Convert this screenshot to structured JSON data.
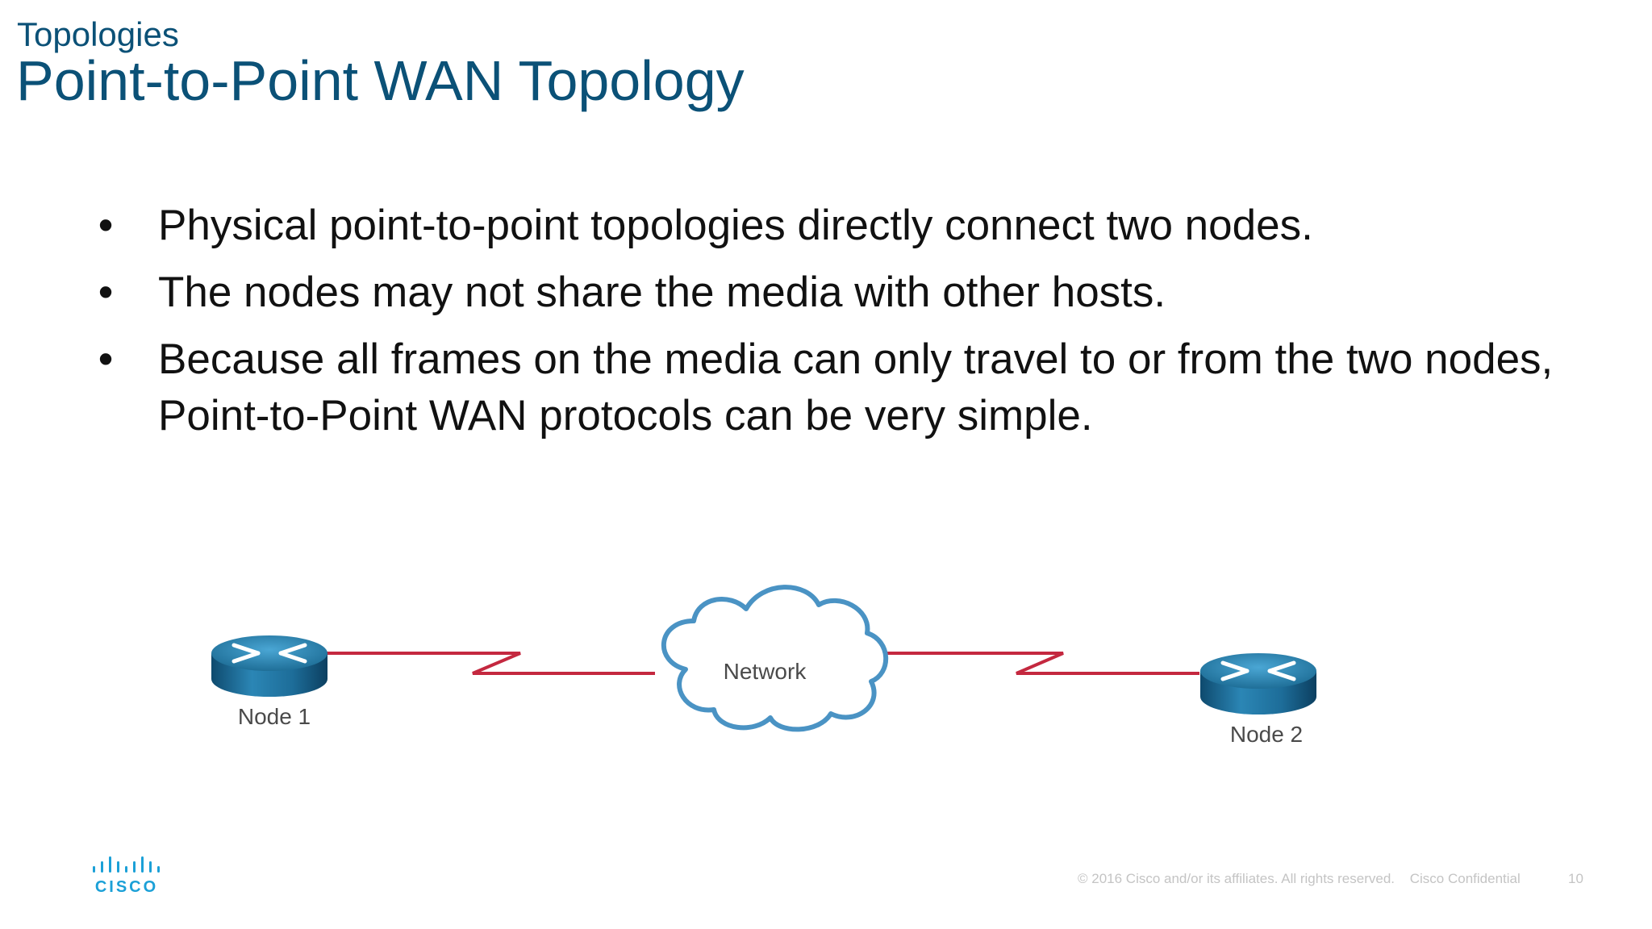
{
  "header": {
    "supertitle": "Topologies",
    "title": "Point-to-Point WAN Topology"
  },
  "bullets": [
    "Physical point-to-point topologies directly connect two nodes.",
    "The nodes may not share the media with other hosts.",
    "Because all frames on the media can only travel to or from the two nodes, Point-to-Point WAN protocols can be very simple."
  ],
  "bullet_symbol": "•",
  "diagram": {
    "node1_label": "Node 1",
    "node2_label": "Node 2",
    "network_label": "Network",
    "icons": [
      "router-icon",
      "cloud-icon",
      "serial-link-icon"
    ],
    "colors": {
      "link": "#c4283f",
      "router": "#1f6f98",
      "cloud_stroke": "#4a93c4",
      "label": "#4a4a4a"
    }
  },
  "footer": {
    "logo_text": "CISCO",
    "copyright": "© 2016  Cisco and/or its affiliates. All rights reserved.",
    "confidential": "Cisco Confidential",
    "page_number": "10"
  },
  "colors": {
    "title": "#0b5177",
    "body_text": "#111111",
    "footer_text": "#c4c4c4"
  }
}
